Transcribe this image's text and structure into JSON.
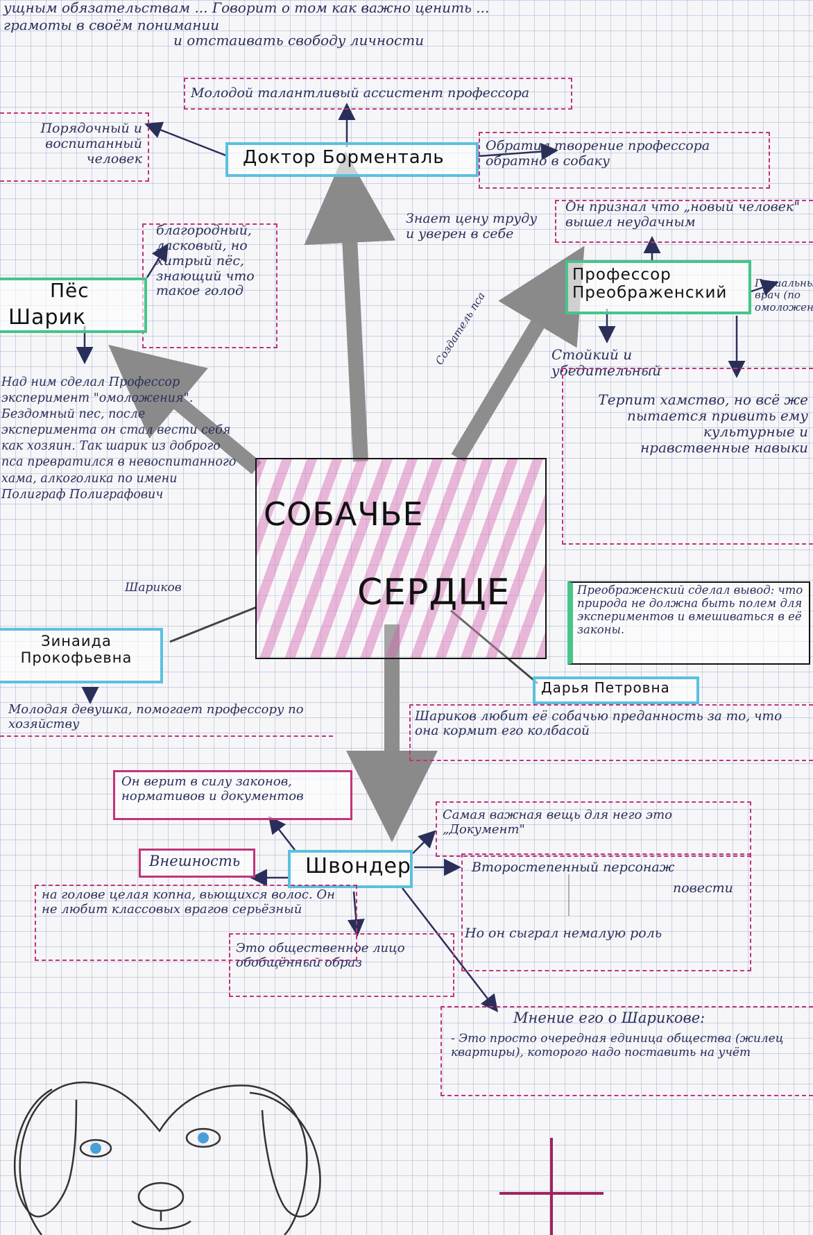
{
  "top_lines": [
    "ущным обязательствам ... Говорит о том как важно ценить ...",
    "грамоты в своём понимании",
    "и отстаивать свободу личности"
  ],
  "center": {
    "line1": "СОБАЧЬЕ",
    "line2": "СЕРДЦЕ"
  },
  "bormental": {
    "name": "Доктор Борменталь",
    "desc": "Молодой талантливый ассистент профессора",
    "left": "Порядочный и воспитанный человек",
    "right": "Обратил творение профессора обратно в собаку"
  },
  "sharik": {
    "name_1": "Пёс",
    "name_2": "Шарик",
    "desc": "благородный, ласковый, но хитрый пёс, знающий что такое голод",
    "story": "Над ним сделал Профессор эксперимент \"омоложения\". Бездомный пес, после эксперимента он стал вести себя как хозяин. Так шарик из доброго пса превратился в невоспитанного хама, алкоголика по имени Полиграф Полиграфович",
    "sharikov": "Шариков"
  },
  "professor": {
    "name": "Профессор Преображенский",
    "top_note": "Он признал что „новый человек\" вышел неудачным",
    "left_note": "Знает цену труду и уверен в себе",
    "right_note": "Гениальный врач (по омоложению)",
    "bottom_note": "Стойкий и убедительный",
    "long_note": "Терпит хамство, но всё же пытается привить ему культурные и нравственные навыки",
    "arrow_label": "Создатель пса",
    "conclusion": "Преображенский сделал вывод: что природа не должна быть полем для экспериментов и вмешиваться в её законы."
  },
  "zina": {
    "name": "Зинаида Прокофьевна",
    "desc": "Молодая девушка, помогает профессору по хозяйству"
  },
  "darya": {
    "name": "Дарья Петровна",
    "desc": "Шариков любит её собачью преданность за то, что она кормит его колбасой"
  },
  "shvonder": {
    "name": "Швондер",
    "laws": "Он верит в силу законов, нормативов и документов",
    "appearance_label": "Внешность",
    "appearance": "на голове целая копна, вьющихся волос. Он не любит классовых врагов серьёзный",
    "document": "Самая важная вещь для него это „Документ\"",
    "secondary_1": "Второстепенный персонаж",
    "secondary_2": "повести",
    "role": "Но он сыграл немалую роль",
    "image": "Это общественное лицо обобщённый образ",
    "opinion_title": "Мнение его о Шарикове:",
    "opinion": "- Это просто очередная единица общества (жилец квартиры), которого надо поставить на учёт"
  },
  "colors": {
    "accent_blue": "#5bc0de",
    "accent_green": "#47c48a",
    "accent_pink": "#c2337a",
    "ink": "#2a2f5a"
  }
}
